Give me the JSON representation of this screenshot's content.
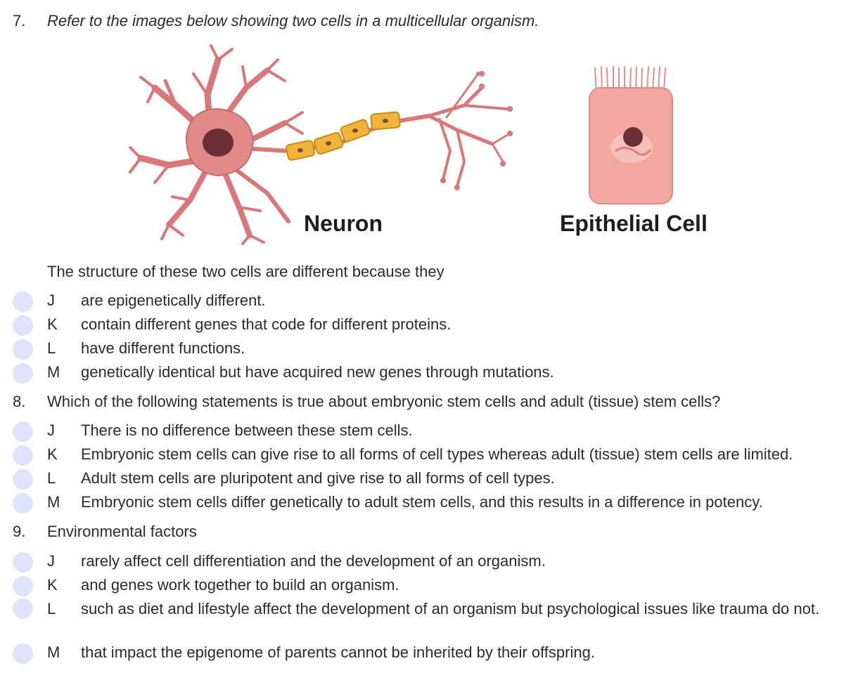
{
  "questions": [
    {
      "number": "7.",
      "stem": "Refer to the images below showing two cells in a multicellular organism.",
      "figure": {
        "neuron_caption": "Neuron",
        "epithelial_caption": "Epithelial Cell"
      },
      "prompt": "The structure of these two cells are different because they",
      "options": [
        {
          "letter": "J",
          "text": "are epigenetically different."
        },
        {
          "letter": "K",
          "text": "contain different genes that code for different proteins."
        },
        {
          "letter": "L",
          "text": "have different functions."
        },
        {
          "letter": "M",
          "text": "genetically identical but have acquired new genes through mutations."
        }
      ]
    },
    {
      "number": "8.",
      "stem": "Which of the following statements is true about embryonic stem cells and adult (tissue) stem cells?",
      "options": [
        {
          "letter": "J",
          "text": "There is no difference between these stem cells."
        },
        {
          "letter": "K",
          "text": "Embryonic stem cells can give rise to all forms of cell types whereas adult (tissue) stem cells are limited."
        },
        {
          "letter": "L",
          "text": "Adult stem cells are pluripotent and give rise to all forms of cell types."
        },
        {
          "letter": "M",
          "text": "Embryonic stem cells differ genetically to adult stem cells, and this results in a difference in potency."
        }
      ]
    },
    {
      "number": "9.",
      "stem": "Environmental factors",
      "options": [
        {
          "letter": "J",
          "text": "rarely affect cell differentiation and the development of an organism."
        },
        {
          "letter": "K",
          "text": "and genes work together to build an organism."
        },
        {
          "letter": "L",
          "text": "such as diet and lifestyle affect the development of an organism but psychological issues like trauma do not."
        },
        {
          "letter": "M",
          "text": "that impact the epigenome of parents cannot be inherited by their offspring."
        }
      ]
    }
  ],
  "colors": {
    "radio": "#dfe3fb",
    "neuron_body": "#e08a8a",
    "myelin": "#f0b43a",
    "epithelial": "#f2a8a0"
  }
}
